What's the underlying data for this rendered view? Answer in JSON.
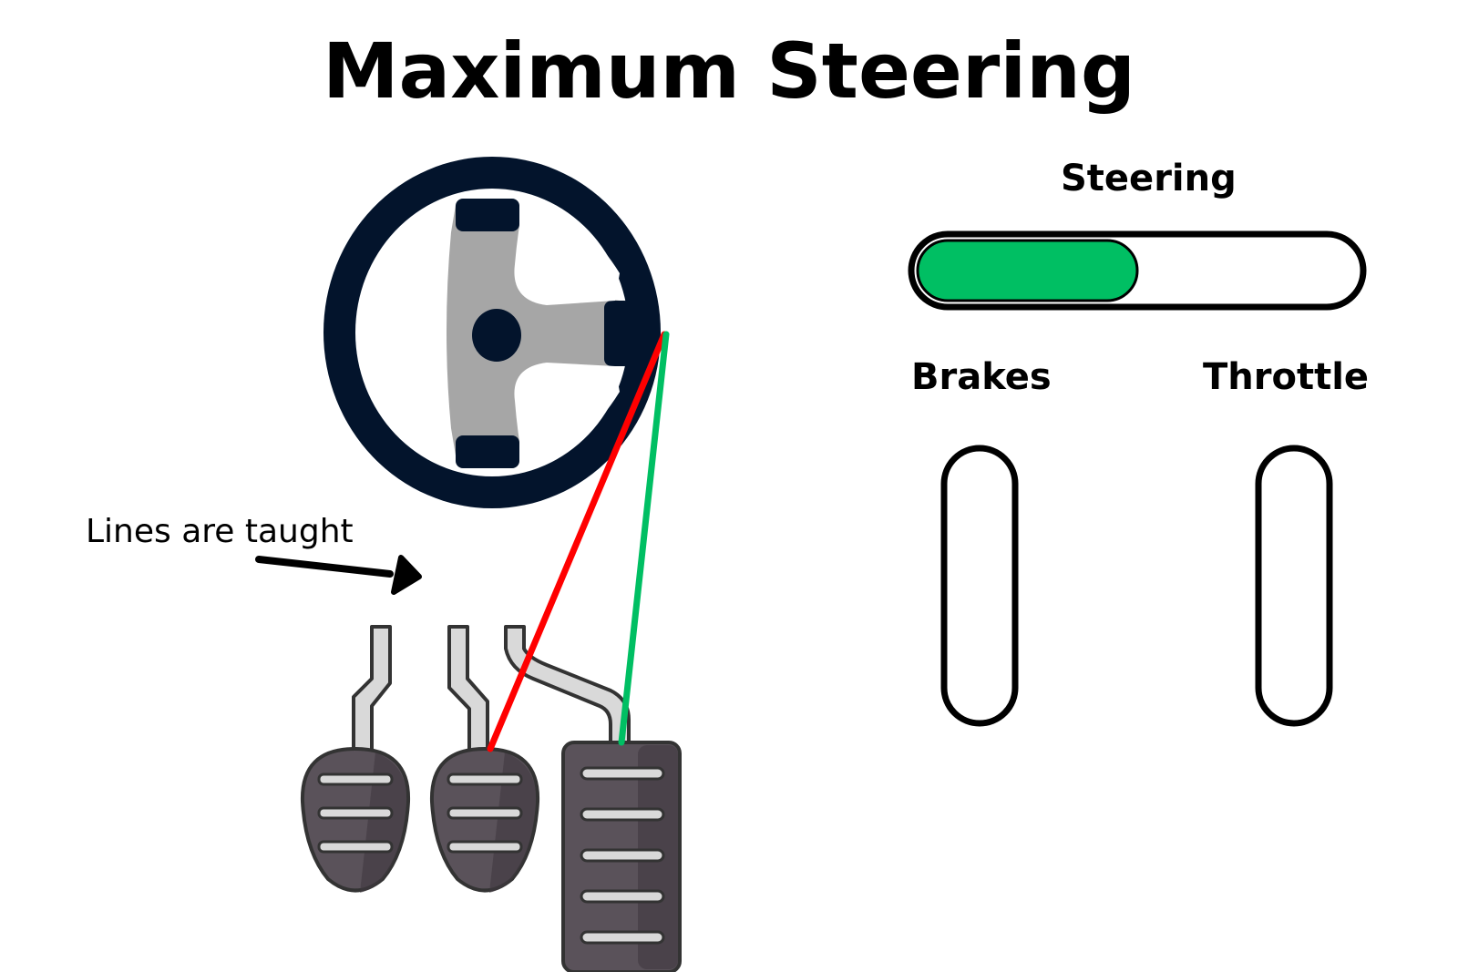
{
  "title": "Maximum Steering",
  "annotation": "Lines are taught",
  "gauges": {
    "steering": {
      "label": "Steering",
      "level": 0.5,
      "fill_color": "#00bf63"
    },
    "brakes": {
      "label": "Brakes",
      "level": 0
    },
    "throttle": {
      "label": "Throttle",
      "level": 0
    }
  },
  "lines": {
    "wheel_to_brake_color": "#ff0000",
    "wheel_to_throttle_color": "#00bf63"
  },
  "icons": [
    "steering-wheel-icon",
    "clutch-pedal-icon",
    "brake-pedal-icon",
    "throttle-pedal-icon",
    "arrow-icon"
  ]
}
